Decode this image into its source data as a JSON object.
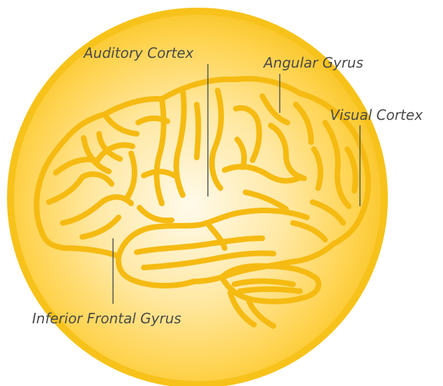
{
  "labels": {
    "auditory_cortex": "Auditory Cortex",
    "angular_gyrus": "Angular Gyrus",
    "visual_cortex": "Visual Cortex",
    "inferior_frontal_gyrus": "Inferior Frontal Gyrus"
  },
  "colors": {
    "disc_outer": "#f7c21a",
    "disc_glow": "#fff8e4",
    "brain_stroke": "#f6bb13",
    "leader_line": "#555555",
    "label_text": "#4a4a4a"
  }
}
